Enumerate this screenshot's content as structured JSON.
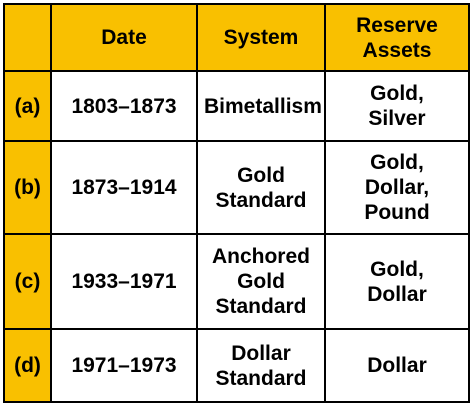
{
  "table": {
    "headers": [
      "",
      "Date",
      "System",
      [
        "Reserve",
        "Assets"
      ]
    ],
    "rows": [
      {
        "label": "(a)",
        "date": "1803–1873",
        "system": [
          "Bimetallism"
        ],
        "reserve": [
          "Gold,",
          "Silver"
        ]
      },
      {
        "label": "(b)",
        "date": "1873–1914",
        "system": [
          "Gold",
          "Standard"
        ],
        "reserve": [
          "Gold,",
          "Dollar,",
          "Pound"
        ]
      },
      {
        "label": "(c)",
        "date": "1933–1971",
        "system": [
          "Anchored",
          "Gold",
          "Standard"
        ],
        "reserve": [
          "Gold,",
          "Dollar"
        ]
      },
      {
        "label": "(d)",
        "date": "1971–1973",
        "system": [
          "Dollar",
          "Standard"
        ],
        "reserve": [
          "Dollar"
        ]
      }
    ]
  },
  "colors": {
    "header_fill": "#f9c000",
    "row_label_fill": "#f9c000",
    "border": "#000000",
    "cell_fill": "#ffffff"
  }
}
